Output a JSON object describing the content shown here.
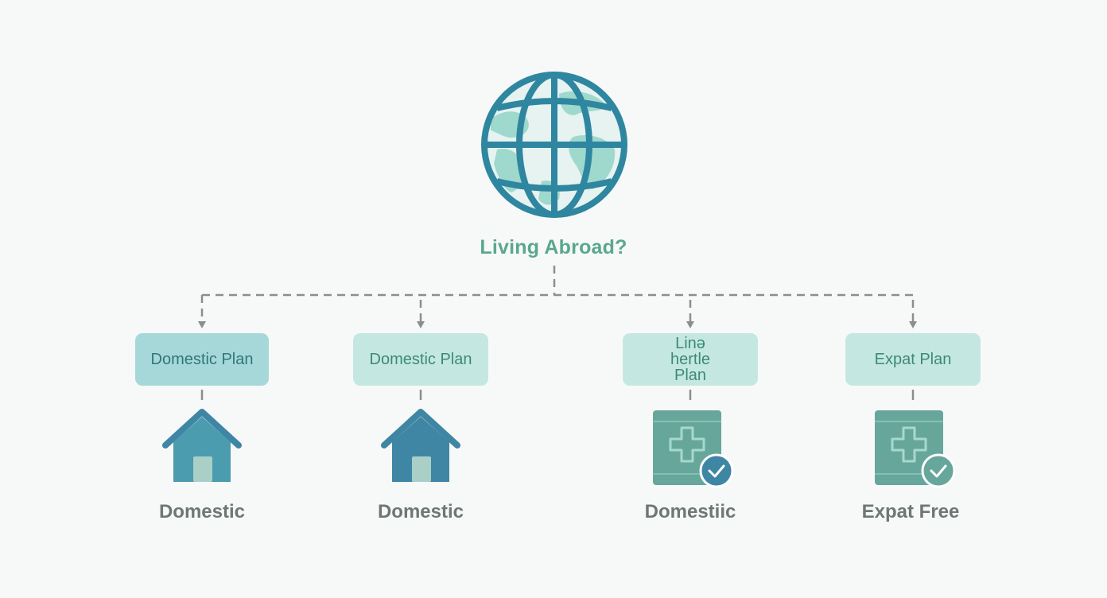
{
  "diagram": {
    "root": {
      "icon": "globe-icon",
      "question": "Living Abroad?"
    },
    "branches": [
      {
        "plan": "Domestic Plan",
        "icon": "house-icon",
        "label": "Domestic",
        "style": "dark"
      },
      {
        "plan": "Domestic Plan",
        "icon": "house-icon",
        "label": "Domestic",
        "style": "light"
      },
      {
        "plan": "Linə hertle Plan",
        "icon": "medical-card-check-icon",
        "label": "Domestiic",
        "style": "light"
      },
      {
        "plan": "Expat Plan",
        "icon": "medical-card-check-icon",
        "label": "Expat Free",
        "style": "light"
      }
    ]
  },
  "colors": {
    "background": "#f7f9f8",
    "question_text": "#5aa88e",
    "connector": "#8a8f8e",
    "globe_stroke": "#2f86a0",
    "globe_fill": "#e6f3f1",
    "land": "#9fd8cc",
    "house_light": "#4b9cae",
    "house_dark": "#3f86a4",
    "card": "#67a79b",
    "check_badge": "#3f86a4"
  }
}
